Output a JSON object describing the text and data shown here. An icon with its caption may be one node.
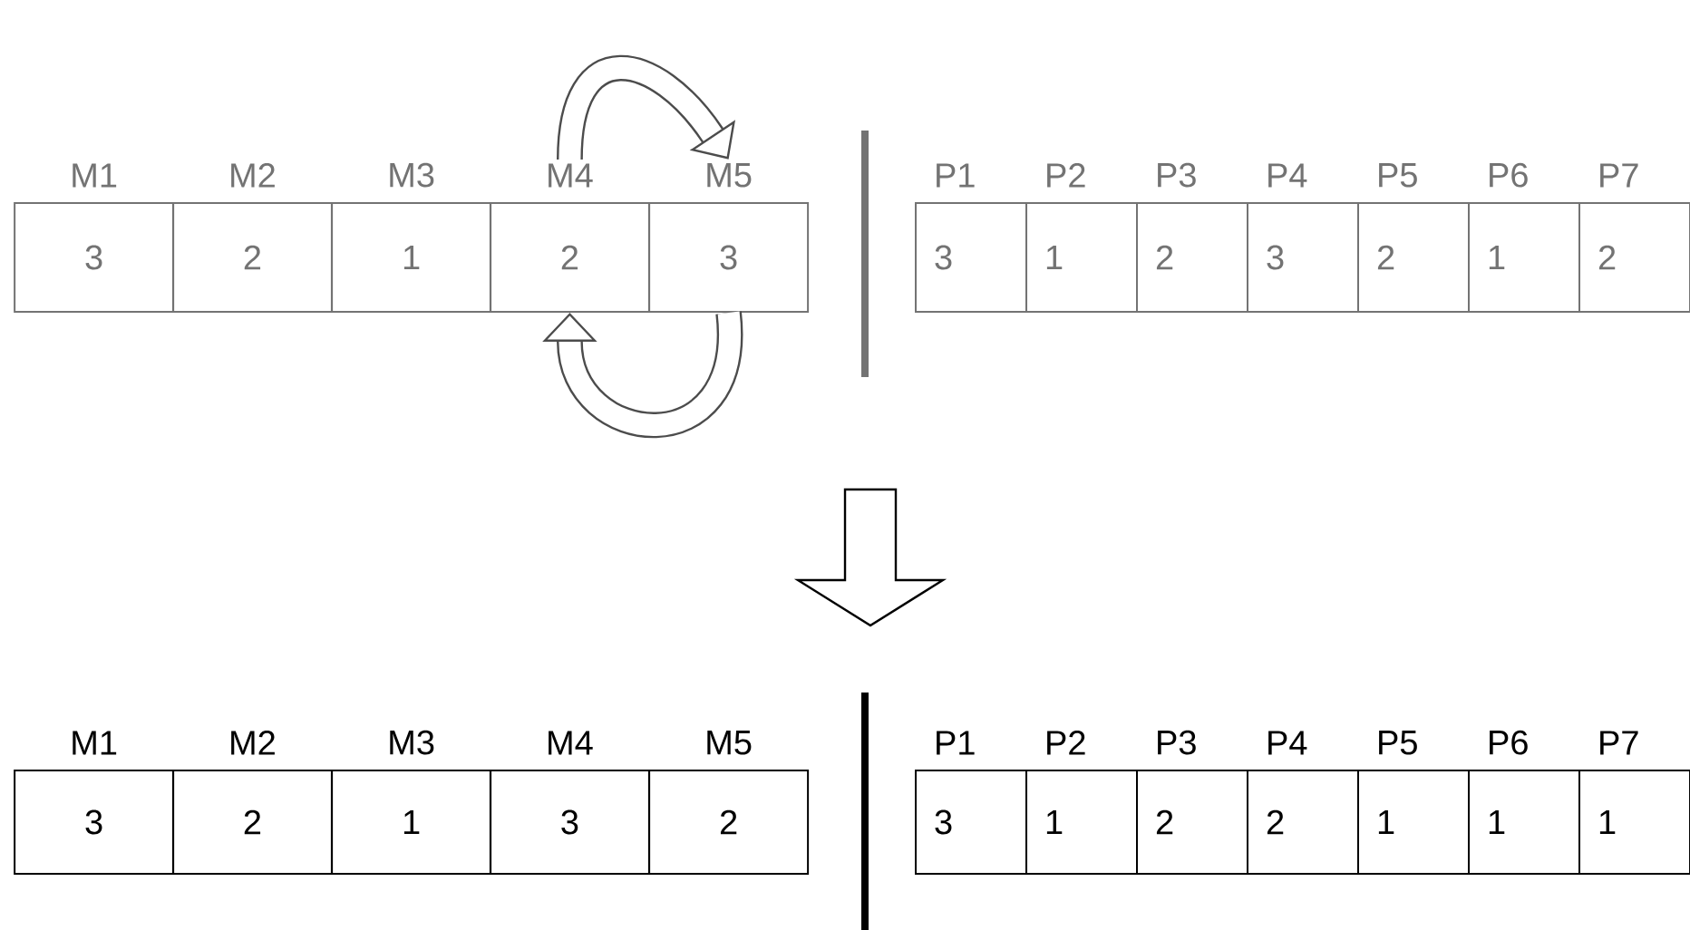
{
  "diagram": {
    "nodes": [
      {
        "text": [
          "3"
        ],
        "beside": [
          "M1"
        ]
      },
      {
        "text": [
          "2"
        ],
        "beside": [
          "M2"
        ]
      },
      {
        "text": [
          "1"
        ],
        "beside": [
          "M3"
        ]
      },
      {
        "text": [
          "2"
        ],
        "beside": [
          "M4"
        ]
      },
      {
        "text": [
          "3"
        ],
        "beside": [
          "M5"
        ]
      },
      {
        "text": [
          "3"
        ],
        "beside": [
          "P1"
        ]
      },
      {
        "text": [
          "1"
        ],
        "beside": [
          "P2"
        ]
      },
      {
        "text": [
          "2"
        ],
        "beside": [
          "P3"
        ]
      },
      {
        "text": [
          "3"
        ],
        "beside": [
          "P4"
        ]
      },
      {
        "text": [
          "2"
        ],
        "beside": [
          "P5"
        ]
      },
      {
        "text": [
          "1"
        ],
        "beside": [
          "P6"
        ]
      },
      {
        "text": [
          "2"
        ],
        "beside": [
          "P7"
        ]
      },
      {
        "text": [
          "3"
        ],
        "beside": [
          "M1"
        ]
      },
      {
        "text": [
          "2"
        ],
        "beside": [
          "M2"
        ]
      },
      {
        "text": [
          "1"
        ],
        "beside": [
          "M3"
        ]
      },
      {
        "text": [
          "3"
        ],
        "beside": [
          "M4"
        ]
      },
      {
        "text": [
          "2"
        ],
        "beside": [
          "M5"
        ]
      },
      {
        "text": [
          "3"
        ],
        "beside": [
          "P1"
        ]
      },
      {
        "text": [
          "1"
        ],
        "beside": [
          "P2"
        ]
      },
      {
        "text": [
          "2"
        ],
        "beside": [
          "P3"
        ]
      },
      {
        "text": [
          "2"
        ],
        "beside": [
          "P4"
        ]
      },
      {
        "text": [
          "1"
        ],
        "beside": [
          "P5"
        ]
      },
      {
        "text": [
          "1"
        ],
        "beside": [
          "P6"
        ]
      },
      {
        "text": [
          "1"
        ],
        "beside": [
          "P7"
        ]
      }
    ],
    "edges": [
      {
        "from": 3,
        "to": 4,
        "arrow": "to"
      },
      {
        "from": 4,
        "to": 3,
        "arrow": "to"
      }
    ]
  }
}
